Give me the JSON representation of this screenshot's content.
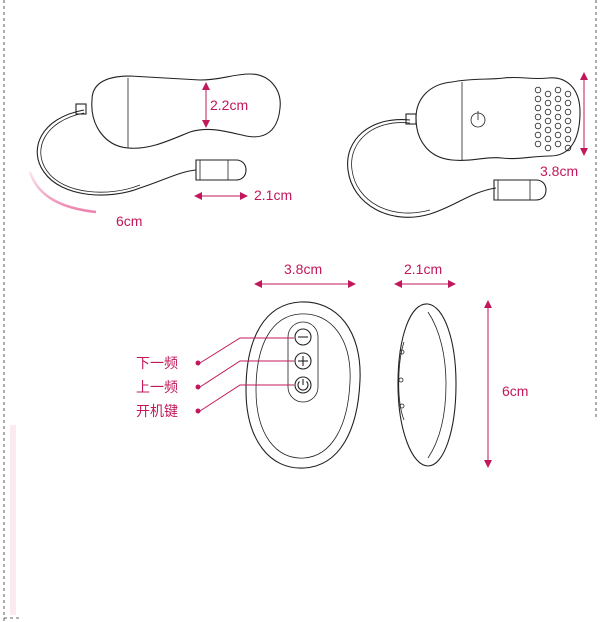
{
  "egg_front": {
    "width_label": "2.2cm",
    "plug_label": "2.1cm",
    "length_label": "6cm"
  },
  "egg_side": {
    "height_label": "3.8cm"
  },
  "remote": {
    "width_label": "3.8cm",
    "depth_label": "2.1cm",
    "height_label": "6cm",
    "buttons": [
      {
        "label": "下一频",
        "icon": "minus-icon"
      },
      {
        "label": "上一频",
        "icon": "plus-icon"
      },
      {
        "label": "开机键",
        "icon": "power-icon"
      }
    ]
  },
  "colors": {
    "accent": "#c2185b",
    "line": "#222222"
  }
}
